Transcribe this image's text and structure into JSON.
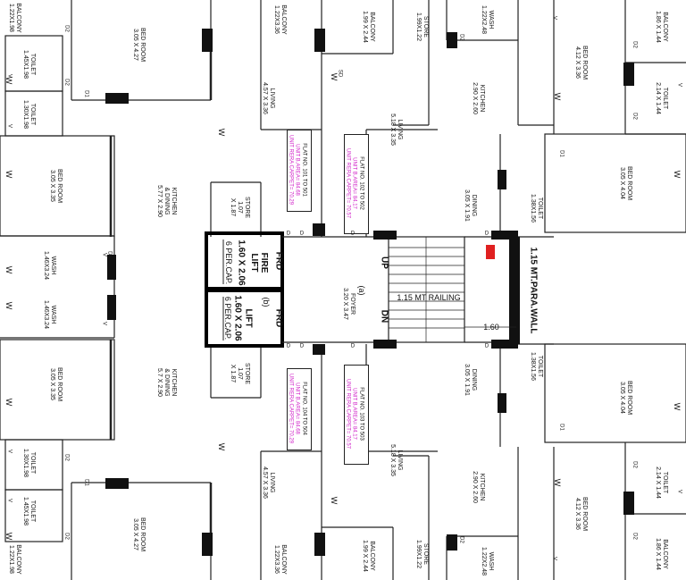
{
  "plan": {
    "title": "",
    "rooms": [
      {
        "key": "balc_tl",
        "name": "BALCONY",
        "dim": "1.22X1.98"
      },
      {
        "key": "toilet_l1",
        "name": "TOILET",
        "dim": "1.45X1.98"
      },
      {
        "key": "toilet_l2",
        "name": "TOILET",
        "dim": "1.30X1.98"
      },
      {
        "key": "bed_tl",
        "name": "BED ROOM",
        "dim": "3.05 X 4.27"
      },
      {
        "key": "bed_l1",
        "name": "BED ROOM",
        "dim": "3.05 X 3.35"
      },
      {
        "key": "kitchen_l1",
        "name": "KITCHEN\n& DINING",
        "dim": "5.77 X 2.90"
      },
      {
        "key": "wash_l1",
        "name": "WASH",
        "dim": "1.46X3.24"
      },
      {
        "key": "wash_l2",
        "name": "WASH",
        "dim": "1.46X3.24"
      },
      {
        "key": "bed_l2",
        "name": "BED ROOM",
        "dim": "3.05 X 3.35"
      },
      {
        "key": "kitchen_l2",
        "name": "KITCHEN\n& DINING",
        "dim": "5.7 X 2.90"
      },
      {
        "key": "toilet_l3",
        "name": "TOILET",
        "dim": "1.30X1.98"
      },
      {
        "key": "toilet_l4",
        "name": "TOILET",
        "dim": "1.45X1.98"
      },
      {
        "key": "bed_bl",
        "name": "BED ROOM",
        "dim": "3.05 X 4.27"
      },
      {
        "key": "balc_bl",
        "name": "BALCONY",
        "dim": "1.22X1.98"
      },
      {
        "key": "balc_tc",
        "name": "BALCONY",
        "dim": "1.22X3.36"
      },
      {
        "key": "living_tl",
        "name": "LIVING",
        "dim": "4.57 X 3.36"
      },
      {
        "key": "store_t",
        "name": "STORE",
        "dim": "1.07\nX 1.87"
      },
      {
        "key": "store_b",
        "name": "STORE",
        "dim": "1.07\nX 1.87"
      },
      {
        "key": "living_bl",
        "name": "LIVING",
        "dim": "4.57 X 3.36"
      },
      {
        "key": "balc_bc",
        "name": "BALCONY",
        "dim": "1.22X3.36"
      },
      {
        "key": "balc_tm",
        "name": "BALCONY",
        "dim": "1.99 X 2.44"
      },
      {
        "key": "living_tr",
        "name": "LIVING",
        "dim": "5.18 X 3.35"
      },
      {
        "key": "store_tr",
        "name": "STORE",
        "dim": "1.99X1.22"
      },
      {
        "key": "wash_tr",
        "name": "WASH",
        "dim": "1.22X2.48"
      },
      {
        "key": "kitchen_tr",
        "name": "KITCHEN",
        "dim": "2.90 X 2.60"
      },
      {
        "key": "dining_t",
        "name": "DINING",
        "dim": "3.05 X 1.91"
      },
      {
        "key": "bed_tr",
        "name": "BED ROOM",
        "dim": "4.12 X 3.36"
      },
      {
        "key": "balc_tr",
        "name": "BALCONY",
        "dim": "1.86 X 1.44"
      },
      {
        "key": "toilet_tr",
        "name": "TOILET",
        "dim": "2.14 X 1.44"
      },
      {
        "key": "bed_tr2",
        "name": "BED ROOM",
        "dim": "3.05 X 4.04"
      },
      {
        "key": "toilet_tr2",
        "name": "TOILET",
        "dim": "1.38X1.56"
      },
      {
        "key": "foyer",
        "name": "FOYER",
        "dim": "3.20 X 3.47"
      },
      {
        "key": "living_br",
        "name": "LIVING",
        "dim": "5.18 X 3.35"
      },
      {
        "key": "dining_b",
        "name": "DINING",
        "dim": "3.05 X 1.91"
      },
      {
        "key": "toilet_br2",
        "name": "TOILET",
        "dim": "1.38X1.56"
      },
      {
        "key": "bed_br2",
        "name": "BED ROOM",
        "dim": "3.05 X 4.04"
      },
      {
        "key": "kitchen_br",
        "name": "KITCHEN",
        "dim": "2.90 X 2.60"
      },
      {
        "key": "toilet_br",
        "name": "TOILET",
        "dim": "2.14 X 1.44"
      },
      {
        "key": "bed_br",
        "name": "BED ROOM",
        "dim": "4.12 X 3.36"
      },
      {
        "key": "balc_bm",
        "name": "BALCONY",
        "dim": "1.99 X 2.44"
      },
      {
        "key": "store_br",
        "name": "STORE",
        "dim": "1.99X1.22"
      },
      {
        "key": "wash_br",
        "name": "WASH",
        "dim": "1.22X2.48"
      },
      {
        "key": "balc_br",
        "name": "BALCONY",
        "dim": "1.86 X 1.44"
      }
    ],
    "flats": [
      {
        "key": "f101",
        "title": "FLAT NO. 101 TO 501",
        "area": "UNIT B.AREA= 84.68",
        "carpet": "UNIT RERA CARPET= 70.29"
      },
      {
        "key": "f102",
        "title": "FLAT NO. 102 TO 502",
        "area": "UNIT B.AREA= 84.17",
        "carpet": "UNIT RERA CARPET= 70.57"
      },
      {
        "key": "f104",
        "title": "FLAT NO. 104 TO 504",
        "area": "UNIT B.AREA= 84.68",
        "carpet": "UNIT RERA CARPET= 70.29"
      },
      {
        "key": "f103",
        "title": "FLAT NO. 103 TO 503",
        "area": "UNIT B.AREA= 84.17",
        "carpet": "UNIT RERA CARPET= 70.57"
      }
    ],
    "lifts": [
      {
        "key": "fire",
        "line1": "FIRE",
        "line2": "LIFT",
        "line3": "1.60 X 2.06",
        "line4": "6 PER.CAP.",
        "frd": "FRD"
      },
      {
        "key": "lift_b",
        "line1": "(b)",
        "line2": "LIFT",
        "line3": "1.60 X 2.06",
        "line4": "6 PER.CAP.",
        "frd": "FRD"
      }
    ],
    "stair": {
      "up": "UP",
      "dn": "DN",
      "railing": "1.15 MT RAILING",
      "parapet": "1.15 MT.PARA.WALL",
      "width": "1.60",
      "foyer_tag": "(a)"
    },
    "marks": {
      "w": "W",
      "v": "V",
      "d": "D",
      "d1": "D1",
      "d2": "D2",
      "sd": "SD"
    }
  }
}
